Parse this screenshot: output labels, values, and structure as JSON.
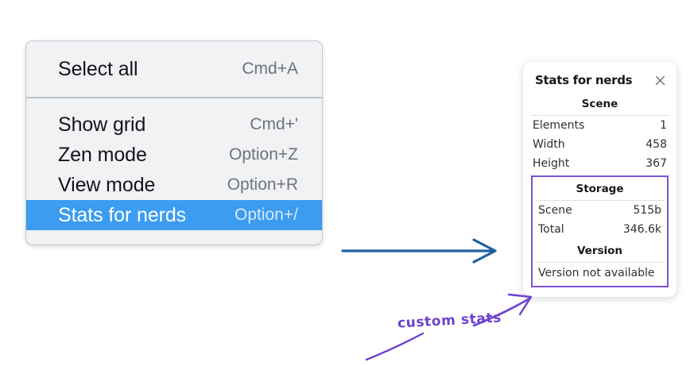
{
  "context_menu": {
    "groups": [
      {
        "name": "primary",
        "items": [
          {
            "label": "Select all",
            "shortcut": "Cmd+A",
            "selected": false
          }
        ]
      },
      {
        "name": "view",
        "items": [
          {
            "label": "Show grid",
            "shortcut": "Cmd+'",
            "selected": false
          },
          {
            "label": "Zen mode",
            "shortcut": "Option+Z",
            "selected": false
          },
          {
            "label": "View mode",
            "shortcut": "Option+R",
            "selected": false
          },
          {
            "label": "Stats for nerds",
            "shortcut": "Option+/",
            "selected": true
          }
        ]
      }
    ],
    "highlight_color": "#3b9cf0"
  },
  "stats_panel": {
    "title": "Stats for nerds",
    "close_icon": "close-icon",
    "sections": [
      {
        "heading": "Scene",
        "rows": [
          {
            "label": "Elements",
            "value": "1"
          },
          {
            "label": "Width",
            "value": "458"
          },
          {
            "label": "Height",
            "value": "367"
          }
        ]
      },
      {
        "heading": "Storage",
        "rows": [
          {
            "label": "Scene",
            "value": "515b"
          },
          {
            "label": "Total",
            "value": "346.6k"
          }
        ]
      },
      {
        "heading": "Version",
        "note": "Version not available"
      }
    ],
    "highlight_border_color": "#7b52d3"
  },
  "annotations": {
    "flow_arrow_color": "#1f5fa0",
    "callout_text": "custom stats",
    "callout_color": "#6a42cf"
  }
}
